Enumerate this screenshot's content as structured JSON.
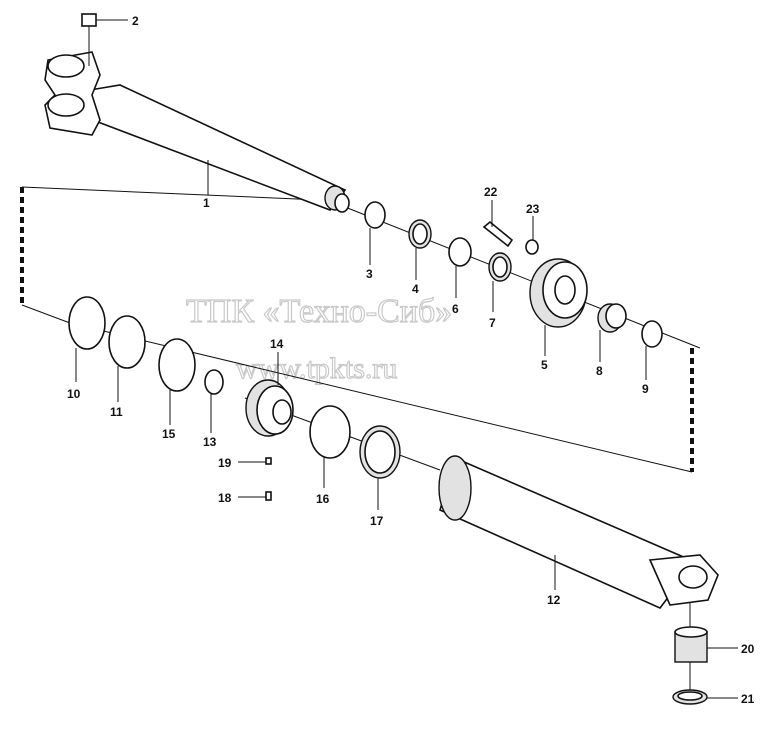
{
  "watermark": {
    "line1": "ТПК «Техно-Сиб»",
    "line2": "www.tpkts.ru"
  },
  "parts": [
    {
      "id": "1",
      "label": "1"
    },
    {
      "id": "2",
      "label": "2"
    },
    {
      "id": "3",
      "label": "3"
    },
    {
      "id": "4",
      "label": "4"
    },
    {
      "id": "5",
      "label": "5"
    },
    {
      "id": "6",
      "label": "6"
    },
    {
      "id": "7",
      "label": "7"
    },
    {
      "id": "8",
      "label": "8"
    },
    {
      "id": "9",
      "label": "9"
    },
    {
      "id": "10",
      "label": "10"
    },
    {
      "id": "11",
      "label": "11"
    },
    {
      "id": "12",
      "label": "12"
    },
    {
      "id": "13",
      "label": "13"
    },
    {
      "id": "14",
      "label": "14"
    },
    {
      "id": "15",
      "label": "15"
    },
    {
      "id": "16",
      "label": "16"
    },
    {
      "id": "17",
      "label": "17"
    },
    {
      "id": "18",
      "label": "18"
    },
    {
      "id": "19",
      "label": "19"
    },
    {
      "id": "20",
      "label": "20"
    },
    {
      "id": "21",
      "label": "21"
    },
    {
      "id": "22",
      "label": "22"
    },
    {
      "id": "23",
      "label": "23"
    }
  ]
}
